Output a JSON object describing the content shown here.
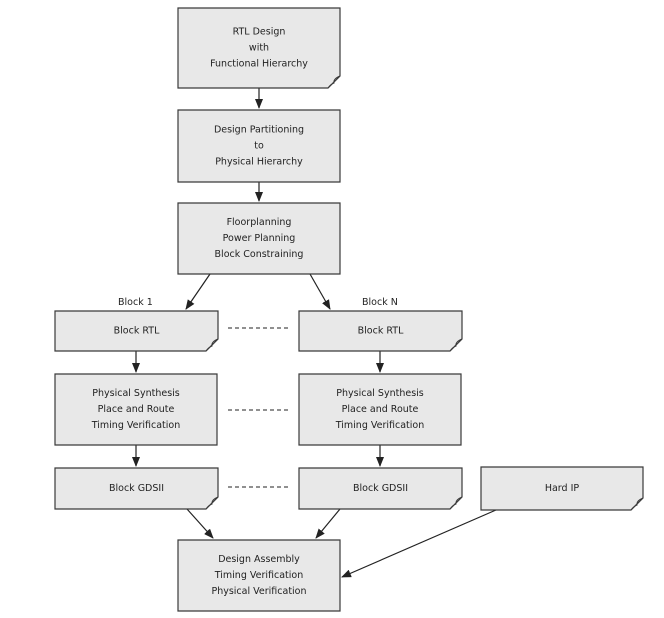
{
  "nodes": {
    "rtl_design": [
      "RTL Design",
      "with",
      "Functional Hierarchy"
    ],
    "partitioning": [
      "Design Partitioning",
      "to",
      "Physical Hierarchy"
    ],
    "floorplanning": [
      "Floorplanning",
      "Power Planning",
      "Block Constraining"
    ],
    "block1_rtl": [
      "Block RTL"
    ],
    "blockn_rtl": [
      "Block RTL"
    ],
    "block1_synth": [
      "Physical Synthesis",
      "Place and Route",
      "Timing Verification"
    ],
    "blockn_synth": [
      "Physical Synthesis",
      "Place and Route",
      "Timing Verification"
    ],
    "block1_gds": [
      "Block GDSII"
    ],
    "blockn_gds": [
      "Block GDSII"
    ],
    "hard_ip": [
      "Hard IP"
    ],
    "assembly": [
      "Design Assembly",
      "Timing Verification",
      "Physical Verification"
    ]
  },
  "labels": {
    "block1": "Block 1",
    "blockn": "Block N"
  }
}
